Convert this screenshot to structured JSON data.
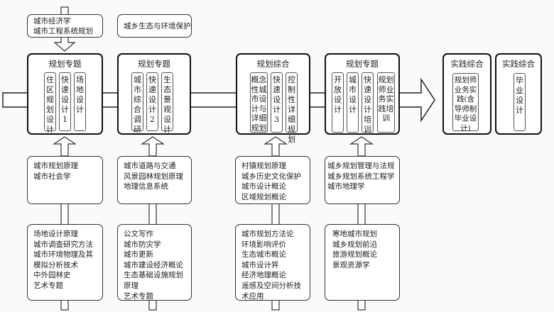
{
  "top_boxes": [
    {
      "lines": [
        "城市经济学",
        "城市工程系统规划"
      ]
    },
    {
      "lines": [
        "城乡生态与环境保护"
      ]
    }
  ],
  "stages": [
    {
      "title": "规划专题",
      "courses": [
        "住区规划设计",
        "快速设计1",
        "场地设计"
      ]
    },
    {
      "title": "规划专题",
      "courses": [
        "城市综合调研",
        "快速设计2",
        "生态景观设计"
      ]
    },
    {
      "title": "规划综合",
      "courses": [
        "概念性城市设计与详细规划",
        "快速设计3",
        "控制性详细规划"
      ]
    },
    {
      "title": "规划专题",
      "courses": [
        "开放设计",
        "城市设计",
        "快速设计培训",
        "规划师业务实践培训"
      ]
    },
    {
      "title": "实践综合",
      "courses": [
        "规划师业务实践(含导师制毕业设计)"
      ]
    },
    {
      "title": "实践综合",
      "courses": [
        "毕业设计"
      ]
    }
  ],
  "middle_boxes": [
    {
      "lines": [
        "城市规划原理",
        "城市社会学"
      ]
    },
    {
      "lines": [
        "城市道路与交通",
        "风景园林规划原理",
        "地理信息系统"
      ]
    },
    {
      "lines": [
        "村镇规划原理",
        "城乡历史文化保护",
        "城市设计概论",
        "区域规划概论"
      ]
    },
    {
      "lines": [
        "城乡规划管理与法规",
        "城乡规划系统工程学",
        "城市地理学"
      ]
    }
  ],
  "bottom_boxes": [
    {
      "lines": [
        "场地设计原理",
        "城市调查研究方法",
        "城市环境物理及其",
        "模拟分析技术",
        "中外园林史",
        "艺术专题"
      ]
    },
    {
      "lines": [
        "公文写作",
        "城市防灾学",
        "城市更新",
        "城市建设经济概论",
        "生态基础设施规划",
        "原理",
        "艺术专题"
      ]
    },
    {
      "lines": [
        "城市规划方法论",
        "环境影响评价",
        "生态城市概论",
        "城市设计笄",
        "经济地理概论",
        "遥感及空间分析技",
        "术应用"
      ]
    },
    {
      "lines": [
        "寒地城市规划",
        "城乡规划前沿",
        "旅游规划概论",
        "景观资源学"
      ]
    }
  ]
}
